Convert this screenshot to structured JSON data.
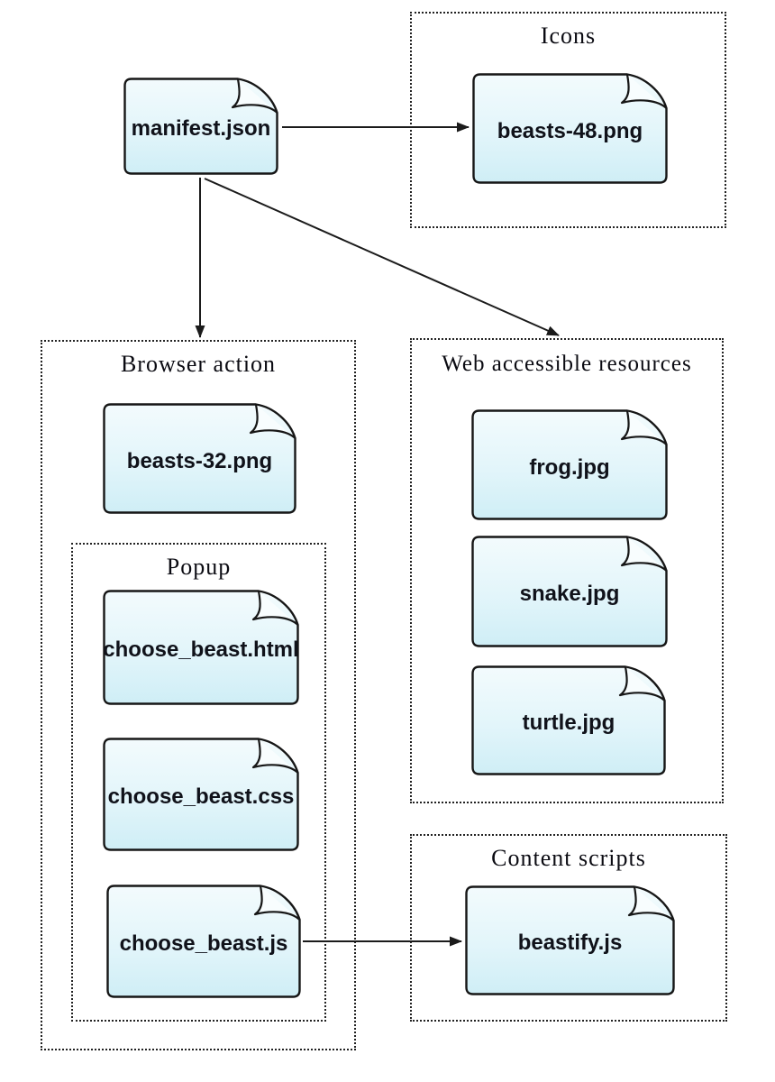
{
  "groups": {
    "icons": {
      "title": "Icons"
    },
    "browser_action": {
      "title": "Browser action"
    },
    "popup": {
      "title": "Popup"
    },
    "web_accessible_resources": {
      "title": "Web accessible resources"
    },
    "content_scripts": {
      "title": "Content scripts"
    }
  },
  "nodes": {
    "manifest": {
      "label": "manifest.json"
    },
    "beasts_48": {
      "label": "beasts-48.png"
    },
    "beasts_32": {
      "label": "beasts-32.png"
    },
    "choose_beast_html": {
      "label": "choose_beast.html"
    },
    "choose_beast_css": {
      "label": "choose_beast.css"
    },
    "choose_beast_js": {
      "label": "choose_beast.js"
    },
    "frog": {
      "label": "frog.jpg"
    },
    "snake": {
      "label": "snake.jpg"
    },
    "turtle": {
      "label": "turtle.jpg"
    },
    "beastify": {
      "label": "beastify.js"
    }
  },
  "edges": [
    {
      "from": "manifest.json",
      "to": "beasts-48.png"
    },
    {
      "from": "manifest.json",
      "to": "Browser action"
    },
    {
      "from": "manifest.json",
      "to": "Web accessible resources"
    },
    {
      "from": "choose_beast.js",
      "to": "beastify.js"
    }
  ],
  "colors": {
    "node_fill_top": "#f3fbfd",
    "node_fill_bottom": "#cfeef6",
    "node_border": "#161616",
    "group_border": "#222222",
    "arrow": "#1b1b1b",
    "background": "#ffffff",
    "text": "#10121a"
  }
}
